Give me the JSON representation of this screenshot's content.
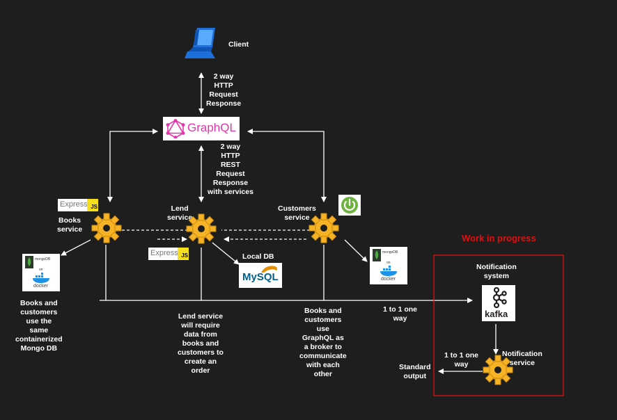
{
  "labels": {
    "client": "Client",
    "client_gql": "2 way\nHTTP\nRequest\nResponse",
    "gql_lend": "2 way\nHTTP\nREST\nRequest\nResponse\nwith services",
    "books_service": "Books\nservice",
    "lend_service": "Lend\nservice",
    "customers_service": "Customers\nservice",
    "local_db": "Local DB",
    "books_note": "Books and\ncustomers\nuse the\nsame\ncontainerized\nMongo DB",
    "lend_note": "Lend service\nwill require\ndata from\nbooks and\ncustomers to\ncreate an\norder",
    "customers_note": "Books and\ncustomers\nuse\nGraphQL as\na broker to\ncommunicate\nwith each\nother",
    "one_way_top": "1 to 1 one\nway",
    "work_in_progress": "Work in progress",
    "notification_system": "Notification\nsystem",
    "notification_service": "Notification\nservice",
    "one_way_bottom": "1 to 1 one\nway",
    "standard_output": "Standard\noutput"
  },
  "logos": {
    "graphql": "GraphQL",
    "express": "Express",
    "express_badge": "JS",
    "mongodb": "mongoDB",
    "on": "on",
    "docker": "docker",
    "mysql": "MySQL",
    "kafka": "kafka"
  },
  "colors": {
    "background": "#1e1e1e",
    "graphql": "#e535ab",
    "gear": "#f5b325",
    "wip_border": "#e01010",
    "spring": "#6db33f",
    "docker": "#1d91e6",
    "mysql": "#00618a",
    "kafka": "#231f20"
  }
}
